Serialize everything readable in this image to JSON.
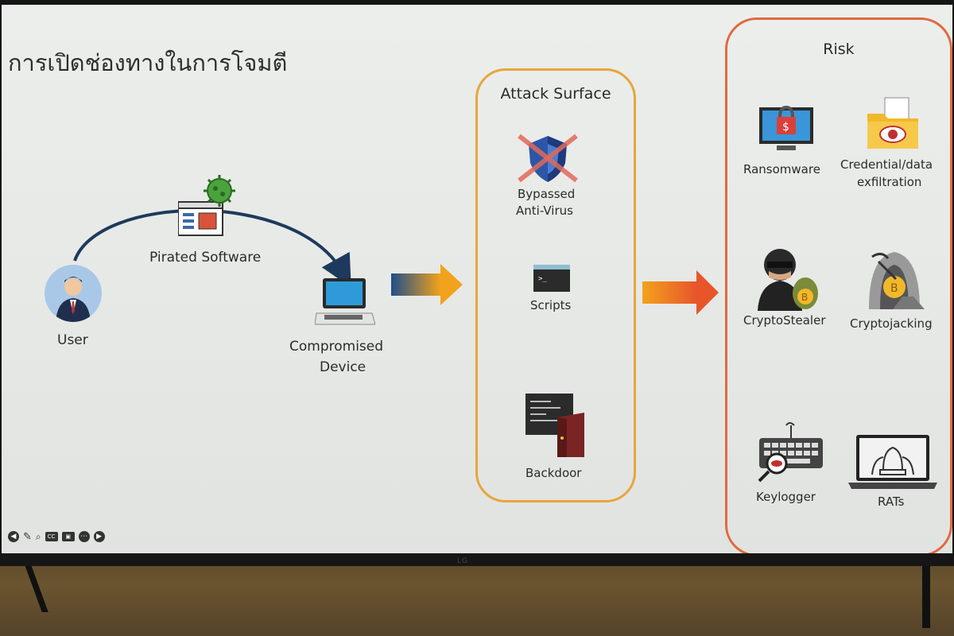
{
  "slide": {
    "title": "การเปิดช่องทางในการโจมตี"
  },
  "flow": {
    "user_label": "User",
    "pirated_label": "Pirated Software",
    "device_label_1": "Compromised",
    "device_label_2": "Device"
  },
  "attack_surface": {
    "title": "Attack Surface",
    "items": [
      {
        "line1": "Bypassed",
        "line2": "Anti-Virus",
        "icon": "shield-crossed-icon"
      },
      {
        "line1": "Scripts",
        "icon": "terminal-icon"
      },
      {
        "line1": "Backdoor",
        "icon": "backdoor-icon"
      }
    ]
  },
  "risk": {
    "title": "Risk",
    "items": [
      {
        "label": "Ransomware",
        "icon": "ransomware-icon"
      },
      {
        "line1": "Credential/data",
        "line2": "exfiltration",
        "icon": "folder-eye-icon"
      },
      {
        "label": "CryptoStealer",
        "icon": "hacker-bitcoin-icon"
      },
      {
        "label": "Cryptojacking",
        "icon": "crypto-mining-icon"
      },
      {
        "label": "Keylogger",
        "icon": "keyboard-magnifier-icon"
      },
      {
        "label": "RATs",
        "icon": "remote-laptop-icon"
      }
    ]
  },
  "colors": {
    "attack_border": "#e8a63a",
    "risk_border": "#e06a3e",
    "arrow_start": "#1f4e8a",
    "arrow_end": "#f2a21c"
  },
  "toolbar": {
    "cc_label": "CC"
  }
}
